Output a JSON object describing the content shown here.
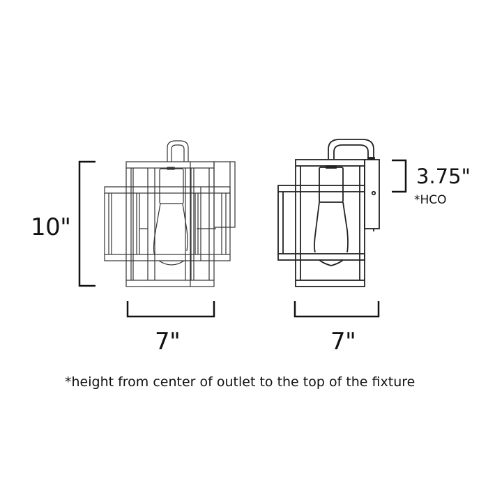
{
  "diagram": {
    "type": "product dimension drawing",
    "subject": "single-light wall sconce with rectangular cage frame and exposed bulb",
    "views": [
      {
        "name": "front-view",
        "description": "front elevation with two offset square cage frames and Edison bulb",
        "width_label": "7\"",
        "height_label": "10\""
      },
      {
        "name": "side-view",
        "description": "side elevation with curved arm, wall backplate and cage",
        "width_label": "7\"",
        "hco_label": "3.75\"",
        "hco_note": "*HCO"
      }
    ]
  },
  "labels": {
    "front_height": "10\"",
    "front_width": "7\"",
    "side_width": "7\"",
    "side_hco": "3.75\"",
    "side_hco_tag": "*HCO",
    "footnote": "*height from center of outlet to the top of the fixture"
  },
  "colors": {
    "line": "#222222",
    "dimension_line": "#111111",
    "background": "#ffffff"
  }
}
